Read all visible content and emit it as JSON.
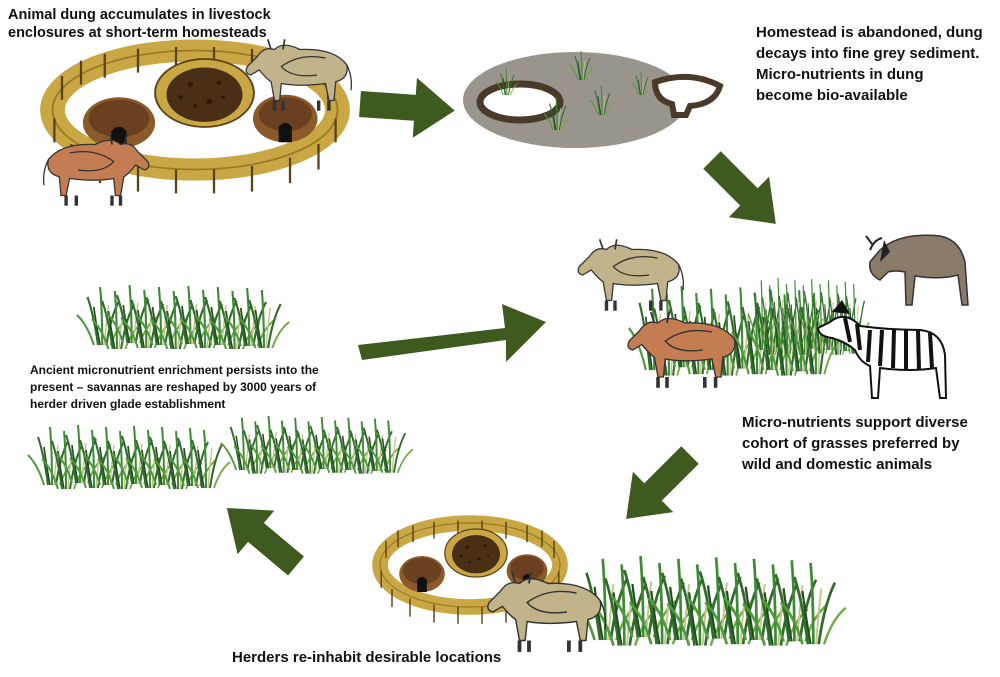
{
  "captions": {
    "accumulate": [
      "Animal dung accumulates in livestock",
      "enclosures at short-term homesteads"
    ],
    "abandoned": [
      "Homestead is abandoned, dung",
      "decays into fine grey sediment.",
      "Micro-nutrients in dung",
      "become bio-available"
    ],
    "support": [
      "Micro-nutrients support diverse",
      "cohort of grasses preferred by",
      "wild and domestic animals"
    ],
    "persist": [
      "Ancient micronutrient enrichment persists  into the",
      "present – savannas are reshaped by 3000 years of",
      "herder driven glade establishment"
    ],
    "reinhabit": [
      "Herders re-inhabit desirable locations"
    ]
  },
  "colors": {
    "arrow": "#3f5a1e",
    "fence": "#c9a744",
    "hut": "#8b5a2b",
    "dung": "#4a2f17",
    "cattle_tan": "#c2b48a",
    "cattle_brown": "#c47c52",
    "wildebeest": "#8a7a6a",
    "grass": "#2f6b2a",
    "sediment": "#9a958c"
  }
}
